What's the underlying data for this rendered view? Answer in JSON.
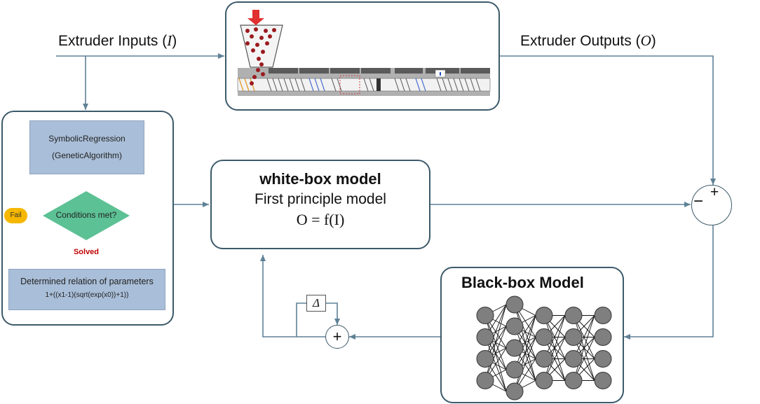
{
  "inputs_label": {
    "text": "Extruder Inputs (",
    "symbol": "I",
    "close": ")"
  },
  "outputs_label": {
    "text": "Extruder Outputs (",
    "symbol": "O",
    "close": ")"
  },
  "symbolic_regression": {
    "title_line1": "SymbolicRegression",
    "title_line2": "(GeneticAlgorithm)",
    "decision": "Conditions met?",
    "fail": "Fail",
    "solved": "Solved",
    "result_title": "Determined relation of parameters",
    "result_formula": "1+((x1-1)(sqrt(exp(x0))+1))"
  },
  "white_box": {
    "title": "white-box model",
    "subtitle": "First principle model",
    "equation": "O = f(I)"
  },
  "black_box": {
    "title": "Black-box Model"
  },
  "summing_junction": {
    "minus": "−",
    "plus": "+"
  },
  "adder": {
    "symbol": "+"
  },
  "delta": {
    "symbol": "Δ"
  },
  "colors": {
    "wire": "#5f8197",
    "box_border": "#3c5a6a",
    "sr_box": "#a9bed8",
    "decision": "#5cc195",
    "fail_badge": "#f5b700",
    "solved_text": "#c00000",
    "neuron": "#7f7f7f"
  },
  "nn_layers": [
    4,
    5,
    4,
    4,
    4
  ]
}
